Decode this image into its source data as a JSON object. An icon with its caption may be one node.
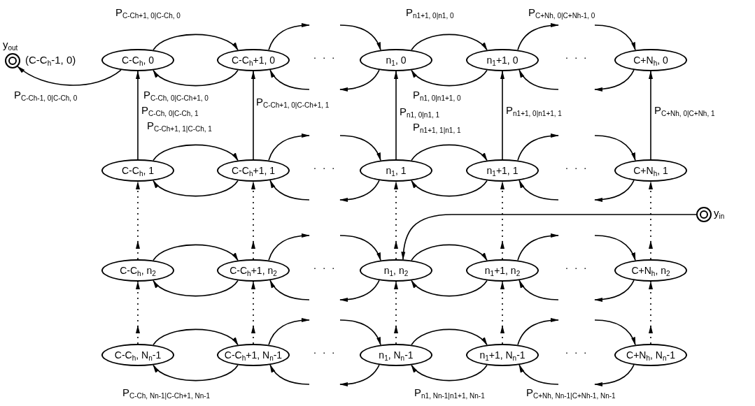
{
  "diagram": {
    "nodes": [
      {
        "text": [],
        "shape": "circle",
        "beside": [
          "y$_{out}$",
          "(C-C$_{h}$-1, 0)"
        ]
      },
      {
        "text": [
          "C-C$_{h}$, 0"
        ]
      },
      {
        "text": [
          "C-C$_{h}$+1, 0"
        ]
      },
      {
        "text": [
          "n$_{1}$, 0"
        ]
      },
      {
        "text": [
          "n$_{1}$+1, 0"
        ]
      },
      {
        "text": [
          "C+N$_{h}$, 0"
        ]
      },
      {
        "text": [
          "C-C$_{h}$, 1"
        ]
      },
      {
        "text": [
          "C-C$_{h}$+1, 1"
        ]
      },
      {
        "text": [
          "n$_{1}$, 1"
        ]
      },
      {
        "text": [
          "n$_{1}$+1, 1"
        ]
      },
      {
        "text": [
          "C+N$_{h}$, 1"
        ]
      },
      {
        "text": [
          "C-C$_{h}$, n$_{2}$"
        ]
      },
      {
        "text": [
          "C-C$_{h}$+1, n$_{2}$"
        ]
      },
      {
        "text": [
          "n$_{1}$, n$_{2}$"
        ]
      },
      {
        "text": [
          "n$_{1}$+1, n$_{2}$"
        ]
      },
      {
        "text": [
          "C+N$_{h}$, n$_{2}$"
        ]
      },
      {
        "text": [
          "C-C$_{h}$, N$_{n}$-1"
        ]
      },
      {
        "text": [
          "C-C$_{h}$+1, N$_{n}$-1"
        ]
      },
      {
        "text": [
          "n$_{1}$, N$_{n}$-1"
        ]
      },
      {
        "text": [
          "n$_{1}$+1, N$_{n}$-1"
        ]
      },
      {
        "text": [
          "C+N$_{h}$, N$_{n}$-1"
        ]
      },
      {
        "text": [],
        "shape": "circle",
        "beside": [
          "y$_{in}$"
        ]
      }
    ],
    "edges": [
      {
        "from": 1,
        "to": 0,
        "arrow": "to",
        "label": "P$_{C-Ch-1, 0|C-Ch, 0}$"
      },
      {
        "from": 1,
        "to": 2,
        "arrow": "to",
        "label": "P$_{C-Ch+1, 0|C-Ch, 0}$"
      },
      {
        "from": 2,
        "to": 1,
        "arrow": "to",
        "label": "P$_{C-Ch, 0|C-Ch+1, 0}$"
      },
      {
        "from": 2,
        "to": null,
        "arrow": "to"
      },
      {
        "from": null,
        "to": 2,
        "arrow": "to"
      },
      {
        "from": null,
        "to": 3,
        "arrow": "to"
      },
      {
        "from": 3,
        "to": null,
        "arrow": "to"
      },
      {
        "from": 3,
        "to": 4,
        "arrow": "to",
        "label": "P$_{n1+1, 0|n1, 0}$"
      },
      {
        "from": 4,
        "to": 3,
        "arrow": "to",
        "label": "P$_{n1, 0|n1+1, 0}$"
      },
      {
        "from": 4,
        "to": null,
        "arrow": "to"
      },
      {
        "from": null,
        "to": 4,
        "arrow": "to"
      },
      {
        "from": null,
        "to": 5,
        "arrow": "to",
        "label": "P$_{C+Nh, 0|C+Nh-1, 0}$"
      },
      {
        "from": 5,
        "to": null,
        "arrow": "to"
      },
      {
        "from": 6,
        "to": 7,
        "arrow": "to",
        "label": "P$_{C-Ch+1, 1|C-Ch, 1}$"
      },
      {
        "from": 7,
        "to": 6,
        "arrow": "to"
      },
      {
        "from": 7,
        "to": null,
        "arrow": "to"
      },
      {
        "from": null,
        "to": 7,
        "arrow": "to"
      },
      {
        "from": null,
        "to": 8,
        "arrow": "to"
      },
      {
        "from": 8,
        "to": null,
        "arrow": "to"
      },
      {
        "from": 8,
        "to": 9,
        "arrow": "to",
        "label": "P$_{n1+1, 1|n1, 1}$"
      },
      {
        "from": 9,
        "to": 8,
        "arrow": "to"
      },
      {
        "from": 9,
        "to": null,
        "arrow": "to"
      },
      {
        "from": null,
        "to": 9,
        "arrow": "to"
      },
      {
        "from": null,
        "to": 10,
        "arrow": "to"
      },
      {
        "from": 10,
        "to": null,
        "arrow": "to"
      },
      {
        "from": 11,
        "to": 12,
        "arrow": "to"
      },
      {
        "from": 12,
        "to": 11,
        "arrow": "to"
      },
      {
        "from": 12,
        "to": null,
        "arrow": "to"
      },
      {
        "from": null,
        "to": 12,
        "arrow": "to"
      },
      {
        "from": null,
        "to": 13,
        "arrow": "to"
      },
      {
        "from": 13,
        "to": null,
        "arrow": "to"
      },
      {
        "from": 13,
        "to": 14,
        "arrow": "to"
      },
      {
        "from": 14,
        "to": 13,
        "arrow": "to"
      },
      {
        "from": 14,
        "to": null,
        "arrow": "to"
      },
      {
        "from": null,
        "to": 14,
        "arrow": "to"
      },
      {
        "from": null,
        "to": 15,
        "arrow": "to"
      },
      {
        "from": 15,
        "to": null,
        "arrow": "to"
      },
      {
        "from": 16,
        "to": 17,
        "arrow": "to"
      },
      {
        "from": 17,
        "to": 16,
        "arrow": "to",
        "label": "P$_{C-Ch, Nn-1|C-Ch+1, Nn-1}$"
      },
      {
        "from": 17,
        "to": null,
        "arrow": "to"
      },
      {
        "from": null,
        "to": 17,
        "arrow": "to"
      },
      {
        "from": null,
        "to": 18,
        "arrow": "to"
      },
      {
        "from": 18,
        "to": null,
        "arrow": "to"
      },
      {
        "from": 18,
        "to": 19,
        "arrow": "to"
      },
      {
        "from": 19,
        "to": 18,
        "arrow": "to",
        "label": "P$_{n1, Nn-1|n1+1, Nn-1}$"
      },
      {
        "from": 19,
        "to": null,
        "arrow": "to"
      },
      {
        "from": null,
        "to": 19,
        "arrow": "to"
      },
      {
        "from": null,
        "to": 20,
        "arrow": "to"
      },
      {
        "from": 20,
        "to": null,
        "arrow": "to",
        "label": "P$_{C+Nh, Nn-1|C+Nh-1, Nn-1}$"
      },
      {
        "from": 6,
        "to": 1,
        "arrow": "to",
        "label": "P$_{C-Ch, 0|C-Ch, 1}$"
      },
      {
        "from": 7,
        "to": 2,
        "arrow": "to",
        "label": "P$_{C-Ch+1, 0|C-Ch+1, 1}$"
      },
      {
        "from": 8,
        "to": 3,
        "arrow": "to",
        "label": "P$_{n1, 0|n1, 1}$"
      },
      {
        "from": 9,
        "to": 4,
        "arrow": "to",
        "label": "P$_{n1+1, 0|n1+1, 1}$"
      },
      {
        "from": 10,
        "to": 5,
        "arrow": "to",
        "label": "P$_{C+Nh, 0|C+Nh, 1}$"
      },
      {
        "from": 11,
        "to": 6,
        "arrow": "to",
        "style": "dashed"
      },
      {
        "from": 12,
        "to": 7,
        "arrow": "to",
        "style": "dashed"
      },
      {
        "from": 13,
        "to": 8,
        "arrow": "to",
        "style": "dashed"
      },
      {
        "from": 14,
        "to": 9,
        "arrow": "to",
        "style": "dashed"
      },
      {
        "from": 15,
        "to": 10,
        "arrow": "to",
        "style": "dashed"
      },
      {
        "from": 16,
        "to": 11,
        "arrow": "to",
        "style": "dashed"
      },
      {
        "from": 17,
        "to": 12,
        "arrow": "to",
        "style": "dashed"
      },
      {
        "from": 18,
        "to": 13,
        "arrow": "to",
        "style": "dashed"
      },
      {
        "from": 19,
        "to": 14,
        "arrow": "to",
        "style": "dashed"
      },
      {
        "from": 20,
        "to": 15,
        "arrow": "to",
        "style": "dashed"
      },
      {
        "from": 21,
        "to": 13,
        "arrow": "to"
      }
    ],
    "labels": [
      "· · ·",
      "· · ·",
      "· · ·",
      "· · ·",
      "· · ·",
      "· · ·",
      "· · ·",
      "· · ·"
    ]
  }
}
